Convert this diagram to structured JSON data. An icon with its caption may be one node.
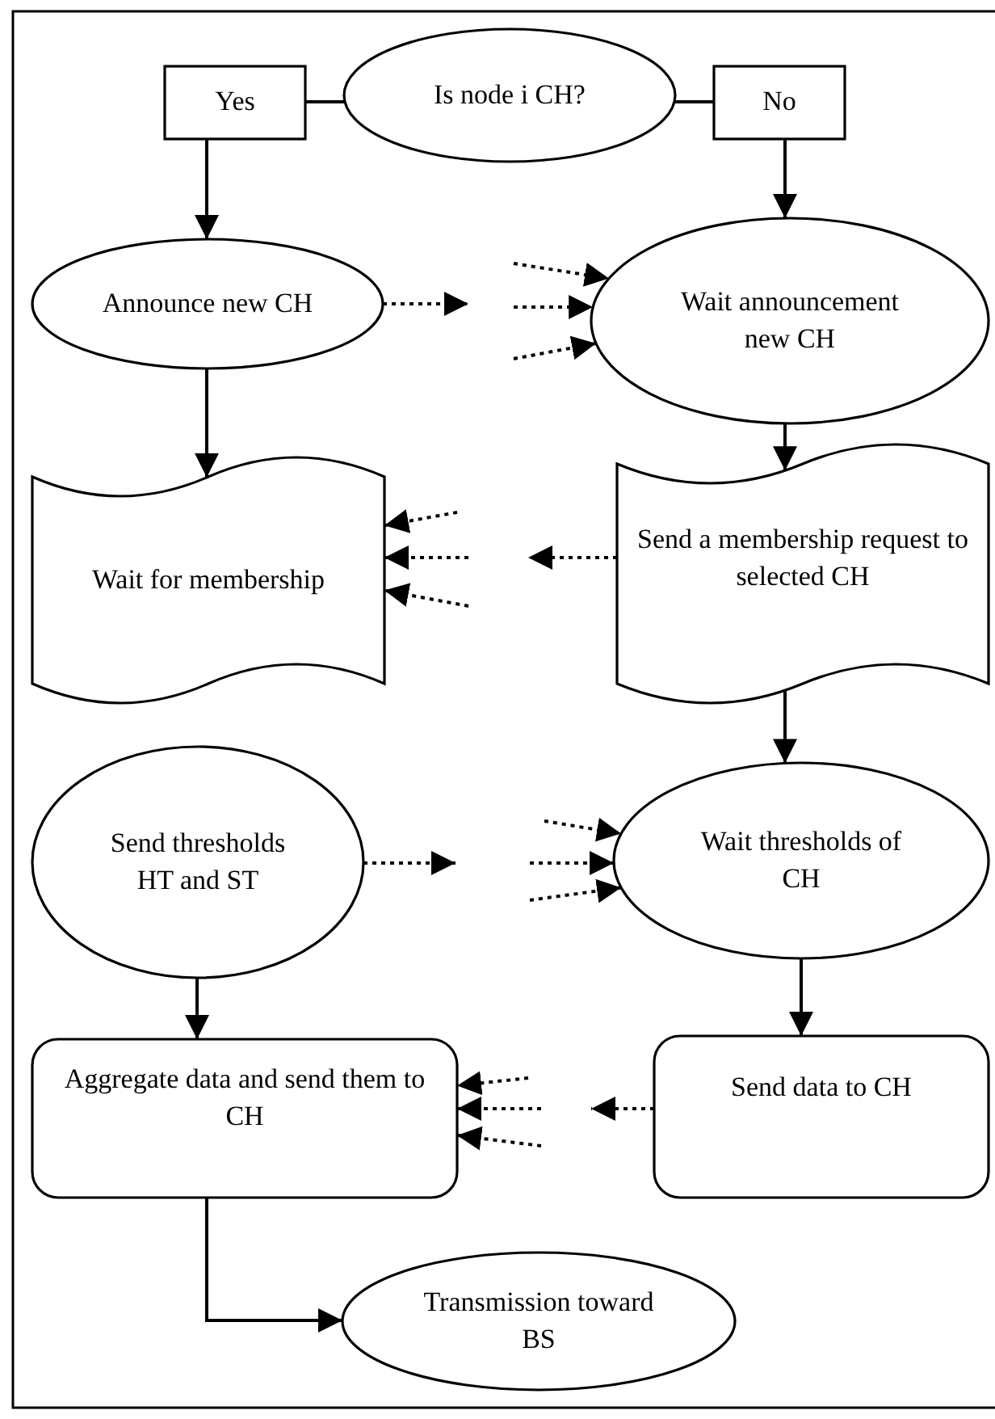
{
  "diagram": {
    "nodes": [
      {
        "text": [
          "Is node i CH?"
        ]
      },
      {
        "text": [
          "Yes"
        ]
      },
      {
        "text": [
          "No"
        ]
      },
      {
        "text": [
          "Announce new CH"
        ]
      },
      {
        "text": [
          "Wait announcement new CH"
        ]
      },
      {
        "text": [
          "Wait for membership"
        ]
      },
      {
        "text": [
          "Send a membership request to selected CH"
        ]
      },
      {
        "text": [
          "Send thresholds HT and ST"
        ]
      },
      {
        "text": [
          "Wait thresholds of CH"
        ]
      },
      {
        "text": [
          "Aggregate data and send them to CH"
        ]
      },
      {
        "text": [
          "Send data to CH"
        ]
      },
      {
        "text": [
          "Transmission toward BS"
        ]
      }
    ],
    "edges": [
      {
        "from": 0,
        "to": 1,
        "arrow": "none"
      },
      {
        "from": 0,
        "to": 2,
        "arrow": "none"
      },
      {
        "from": 1,
        "to": 3,
        "arrow": "to"
      },
      {
        "from": 2,
        "to": 4,
        "arrow": "to"
      },
      {
        "from": 3,
        "to": 5,
        "arrow": "to"
      },
      {
        "from": 4,
        "to": 6,
        "arrow": "to"
      },
      {
        "from": 6,
        "to": 8,
        "arrow": "to"
      },
      {
        "from": 7,
        "to": 9,
        "arrow": "to"
      },
      {
        "from": 8,
        "to": 10,
        "arrow": "to"
      },
      {
        "from": 9,
        "to": 11,
        "arrow": "to"
      },
      {
        "from": 3,
        "to": null,
        "arrow": "to",
        "style": "dashed"
      },
      {
        "from": null,
        "to": 4,
        "arrow": "to",
        "style": "dashed"
      },
      {
        "from": null,
        "to": 4,
        "arrow": "to",
        "style": "dashed"
      },
      {
        "from": null,
        "to": 4,
        "arrow": "to",
        "style": "dashed"
      },
      {
        "from": 6,
        "to": null,
        "arrow": "to",
        "style": "dashed"
      },
      {
        "from": null,
        "to": 5,
        "arrow": "to",
        "style": "dashed"
      },
      {
        "from": null,
        "to": 5,
        "arrow": "to",
        "style": "dashed"
      },
      {
        "from": null,
        "to": 5,
        "arrow": "to",
        "style": "dashed"
      },
      {
        "from": 7,
        "to": null,
        "arrow": "to",
        "style": "dashed"
      },
      {
        "from": null,
        "to": 8,
        "arrow": "to",
        "style": "dashed"
      },
      {
        "from": null,
        "to": 8,
        "arrow": "to",
        "style": "dashed"
      },
      {
        "from": null,
        "to": 8,
        "arrow": "to",
        "style": "dashed"
      },
      {
        "from": 10,
        "to": null,
        "arrow": "to",
        "style": "dashed"
      },
      {
        "from": null,
        "to": 9,
        "arrow": "to",
        "style": "dashed"
      },
      {
        "from": null,
        "to": 9,
        "arrow": "to",
        "style": "dashed"
      },
      {
        "from": null,
        "to": 9,
        "arrow": "to",
        "style": "dashed"
      }
    ]
  }
}
